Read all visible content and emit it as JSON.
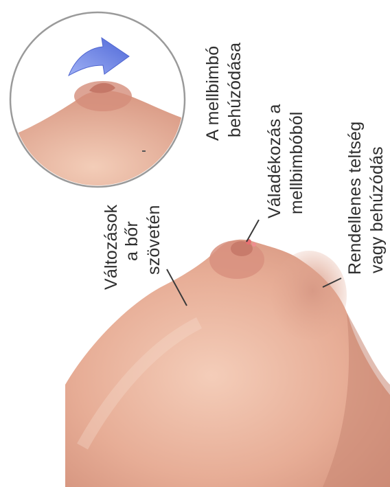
{
  "labels": {
    "skin_changes": {
      "line1": "Változások",
      "line2": "a bőr",
      "line3": "szövetén"
    },
    "nipple_discharge": {
      "line1": "Váladékozás a",
      "line2": "mellbimbóból"
    },
    "nipple_retraction": {
      "line1": "A mellbimbó",
      "line2": "behúzódása"
    },
    "abnormal_fullness": {
      "line1": "Rendellenes teltség",
      "line2": "vagy behúzódás"
    }
  },
  "colors": {
    "skin_light": "#f2c9b4",
    "skin_mid": "#e0a08a",
    "skin_dark": "#c07a66",
    "areola": "#d88f80",
    "arrow_blue": "#6f86e8",
    "leader_line": "#3a3a3a",
    "text": "#2f2f2f"
  },
  "icons": {
    "retraction_arrow": "curved-arrow-icon"
  }
}
